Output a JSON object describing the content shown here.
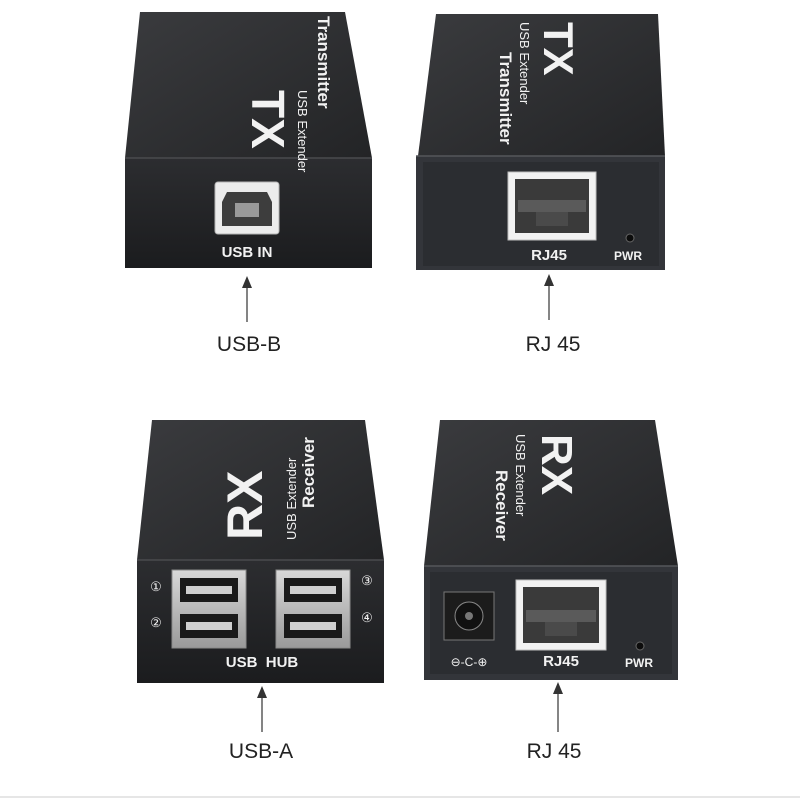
{
  "panels": [
    {
      "brand": "TX",
      "line1": "USB Extender",
      "line2": "Transmitter",
      "port_label": "USB IN",
      "callout": "USB-B"
    },
    {
      "brand": "TX",
      "line1": "USB Extender",
      "line2": "Transmitter",
      "port_label": "RJ45",
      "pwr_label": "PWR",
      "callout": "RJ 45"
    },
    {
      "brand": "RX",
      "line1": "USB Extender",
      "line2": "Receiver",
      "port_label": "USB  HUB",
      "port_numbers": [
        "①",
        "②",
        "③",
        "④"
      ],
      "callout": "USB-A"
    },
    {
      "brand": "RX",
      "line1": "USB Extender",
      "line2": "Receiver",
      "port_label": "RJ45",
      "pwr_label": "PWR",
      "dc_symbol": "⊖-C-⊕",
      "callout": "RJ 45"
    }
  ],
  "colors": {
    "case_top": "#2a2b2d",
    "case_front": "#222325",
    "silkscreen": "#f2f2f2",
    "arrow": "#333333"
  }
}
